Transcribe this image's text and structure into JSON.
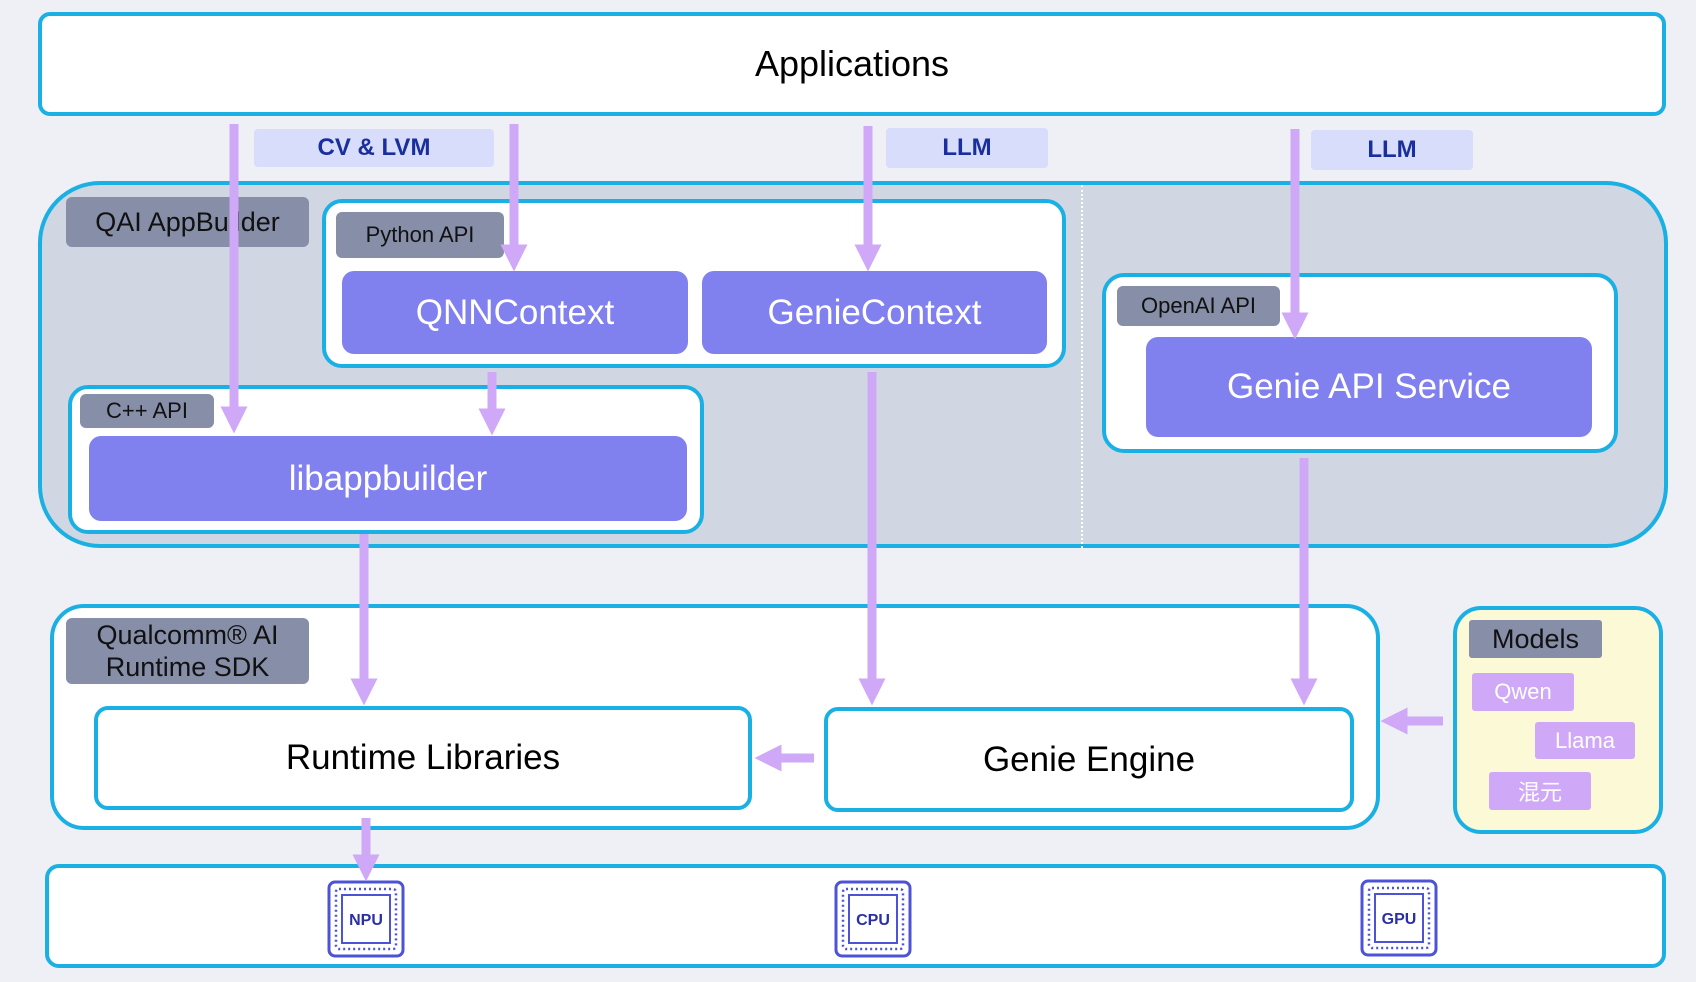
{
  "applications": {
    "label": "Applications"
  },
  "flow_labels": {
    "cv_lvm": "CV & LVM",
    "llm_1": "LLM",
    "llm_2": "LLM"
  },
  "appbuilder": {
    "tag": "QAI AppBuilder",
    "python_api": {
      "tag": "Python API",
      "qnn_context": "QNNContext",
      "genie_context": "GenieContext"
    },
    "cpp_api": {
      "tag": "C++ API",
      "lib": "libappbuilder"
    },
    "openai_api": {
      "tag": "OpenAI API",
      "service": "Genie API Service"
    }
  },
  "runtime_sdk": {
    "tag_line1": "Qualcomm® AI",
    "tag_line2": "Runtime SDK",
    "runtime_libraries": "Runtime Libraries",
    "genie_engine": "Genie Engine"
  },
  "models": {
    "tag": "Models",
    "items": [
      "Qwen",
      "Llama",
      "混元"
    ]
  },
  "hardware": {
    "npu": "NPU",
    "cpu": "CPU",
    "gpu": "GPU"
  },
  "colors": {
    "border": "#1bb0e4",
    "purple_block": "#8080ef",
    "arrow": "#cfa9f7",
    "grey_tag": "#868ea8",
    "label_bg": "#d7ddfb",
    "label_text": "#1a2f9c",
    "models_bg": "#fbf9d6",
    "chip": "#4d53d6"
  }
}
